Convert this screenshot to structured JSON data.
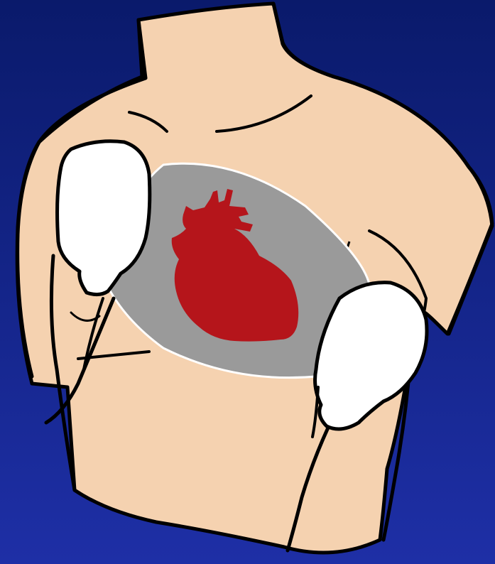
{
  "colors": {
    "background_top": "#0a1a6b",
    "background_bottom": "#1e2fa6",
    "skin": "#f5d2b0",
    "outline": "#000000",
    "current_path": "#9a9a9a",
    "heart": "#b5151b",
    "pad": "#ffffff"
  },
  "diagram": {
    "subject": "defibrillator-pad-placement",
    "elements": [
      "torso",
      "current-path",
      "heart",
      "right-pad",
      "left-pad",
      "cables"
    ]
  }
}
